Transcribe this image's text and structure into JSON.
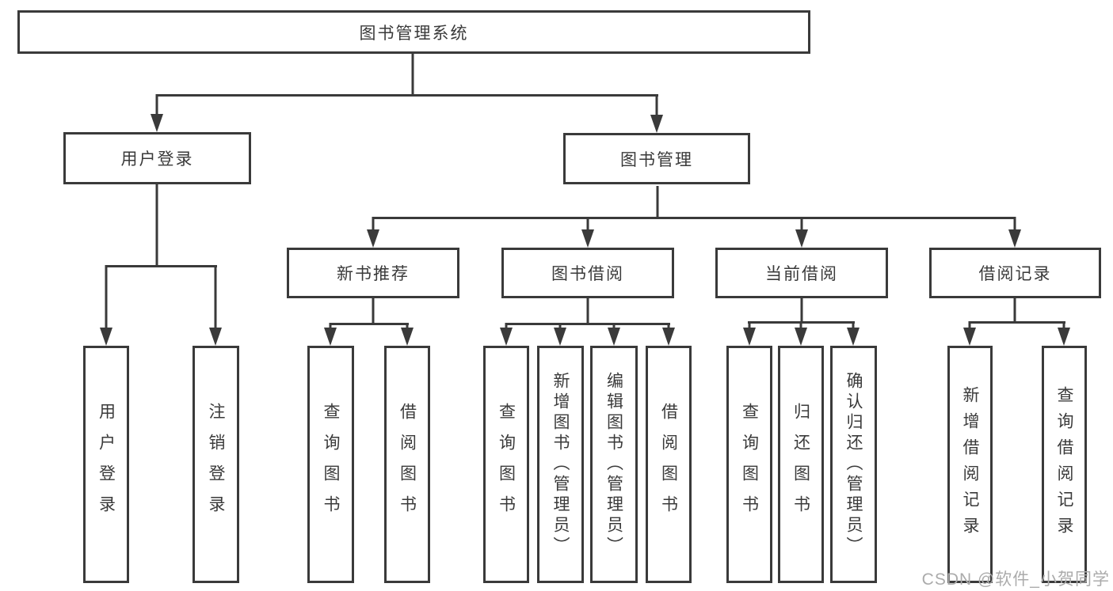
{
  "colors": {
    "line": "#3a3a3a",
    "text": "#3a3a3a",
    "watermark": "#ababab",
    "background": "#ffffff"
  },
  "watermark": "CSDN @软件_小贺同学",
  "tree": {
    "root": {
      "label": "图书管理系统"
    },
    "branches": [
      {
        "label": "用户登录",
        "children": [
          {
            "label": "用户登录"
          },
          {
            "label": "注销登录"
          }
        ]
      },
      {
        "label": "图书管理",
        "children": [
          {
            "label": "新书推荐",
            "children": [
              {
                "label": "查询图书"
              },
              {
                "label": "借阅图书"
              }
            ]
          },
          {
            "label": "图书借阅",
            "children": [
              {
                "label": "查询图书"
              },
              {
                "label": "新增图书（管理员）"
              },
              {
                "label": "编辑图书（管理员）"
              },
              {
                "label": "借阅图书"
              }
            ]
          },
          {
            "label": "当前借阅",
            "children": [
              {
                "label": "查询图书"
              },
              {
                "label": "归还图书"
              },
              {
                "label": "确认归还（管理员）"
              }
            ]
          },
          {
            "label": "借阅记录",
            "children": [
              {
                "label": "新增借阅记录"
              },
              {
                "label": "查询借阅记录"
              }
            ]
          }
        ]
      }
    ]
  }
}
